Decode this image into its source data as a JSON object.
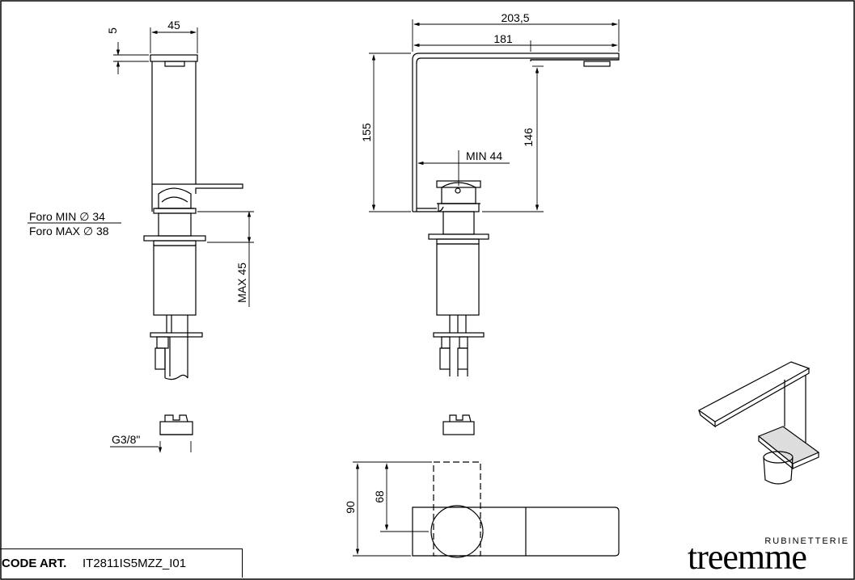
{
  "dimensions": {
    "side_width": "45",
    "side_top": "5",
    "overall_length": "203,5",
    "spout_length": "181",
    "overall_height": "155",
    "spout_height": "146",
    "min_distance": "MIN  44",
    "hole_min": "Foro MIN ∅ 34",
    "hole_max": "Foro MAX ∅ 38",
    "max_deck": "MAX 45",
    "connection": "G3/8\"",
    "plan_depth": "90",
    "plan_center": "68"
  },
  "title_block": {
    "code_label": "CODE ART.",
    "code_value": "IT2811IS5MZZ_I01"
  },
  "brand": {
    "subtitle": "RUBINETTERIE",
    "name": "treemme"
  },
  "colors": {
    "line": "#000000",
    "fill": "#ffffff"
  }
}
